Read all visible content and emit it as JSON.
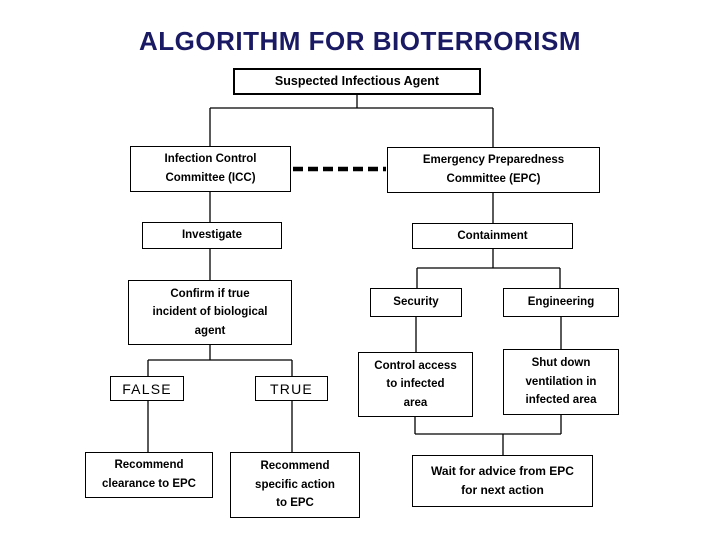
{
  "title": "ALGORITHM FOR BIOTERRORISM",
  "colors": {
    "title_text": "#1a1a64",
    "box_border": "#000000",
    "box_text": "#000000",
    "background": "#ffffff",
    "connector": "#000000"
  },
  "nodes": {
    "suspected": "Suspected Infectious Agent",
    "icc": "Infection Control\nCommittee (ICC)",
    "epc": "Emergency Preparedness\nCommittee (EPC)",
    "investigate": "Investigate",
    "containment": "Containment",
    "confirm": "Confirm if true\nincident of biological\nagent",
    "false": "FALSE",
    "true": "TRUE",
    "recommend_clearance": "Recommend\nclearance to EPC",
    "recommend_specific": "Recommend\nspecific action\nto EPC",
    "security": "Security",
    "engineering": "Engineering",
    "control_access": "Control access\nto infected\narea",
    "shutdown_ventilation": "Shut down\nventilation in\ninfected area",
    "wait_advice": "Wait for advice from EPC\nfor next action"
  }
}
